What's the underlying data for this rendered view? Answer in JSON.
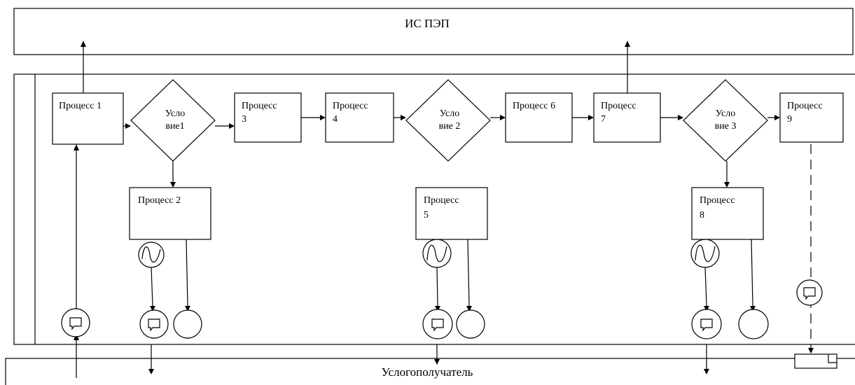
{
  "lanes": {
    "top": "ИС ПЭП",
    "bottom": "Услогополучатель"
  },
  "processes": {
    "p1": [
      "Процесс 1"
    ],
    "p2": [
      "Процесс 2"
    ],
    "p3": [
      "Процесс",
      "3"
    ],
    "p4": [
      "Процесс",
      "4"
    ],
    "p5": [
      "Процесс",
      "5"
    ],
    "p6": [
      "Процесс 6"
    ],
    "p7": [
      "Процесс",
      "7"
    ],
    "p8": [
      "Процесс",
      "8"
    ],
    "p9": [
      "Процесс",
      "9"
    ]
  },
  "conditions": {
    "c1": [
      "Усло",
      "вие1"
    ],
    "c2": [
      "Усло",
      "вие 2"
    ],
    "c3": [
      "Усло",
      "вие 3"
    ]
  },
  "icons": {
    "timer": "wave-timer-icon",
    "message": "message-icon",
    "end": "end-event-circle",
    "document": "document-icon"
  }
}
